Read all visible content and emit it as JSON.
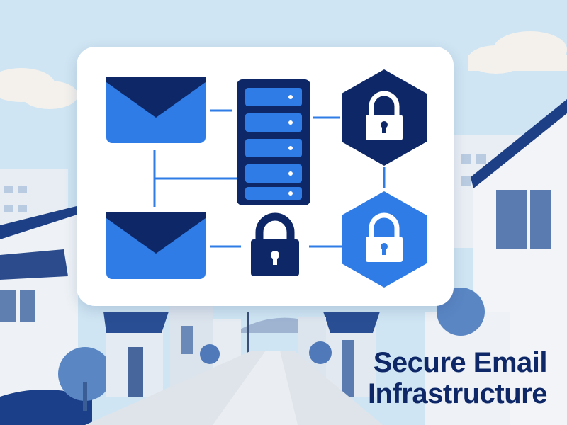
{
  "headline": {
    "line1": "Secure Email",
    "line2": "Infrastructure"
  },
  "colors": {
    "sky": "#cfe5f3",
    "navy": "#0e2766",
    "blue": "#2f7ce6",
    "connector": "#2f7ce6",
    "card": "#ffffff",
    "street": "#dfe4ea",
    "building": "#eef2f6",
    "tree": "#4f79b8"
  },
  "diagram": {
    "nodes": [
      {
        "name": "envelope-icon-top",
        "icon": "envelope-icon",
        "color": "blue"
      },
      {
        "name": "envelope-icon-bottom",
        "icon": "envelope-icon",
        "color": "blue"
      },
      {
        "name": "server-rack-icon",
        "icon": "server-rack-icon",
        "color": "navy"
      },
      {
        "name": "padlock-icon-center",
        "icon": "padlock-icon",
        "color": "navy"
      },
      {
        "name": "hexagon-lock-dark",
        "icon": "hexagon-lock-icon",
        "color": "navy"
      },
      {
        "name": "hexagon-lock-light",
        "icon": "hexagon-lock-icon",
        "color": "blue"
      }
    ]
  }
}
